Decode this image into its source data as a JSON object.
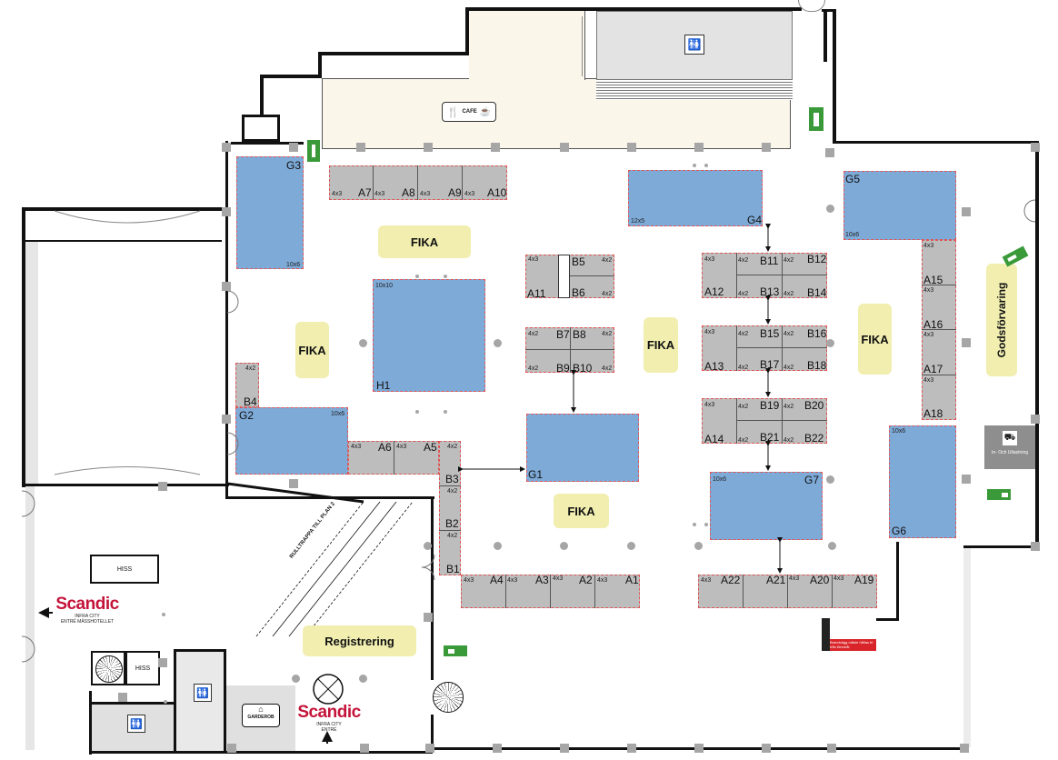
{
  "venue": {
    "hotel_name": "Scandic",
    "hotel_sub": "INFRA CITY",
    "entrance_left": "ENTRÉ MÄSSHOTELLET",
    "entrance_bottom": "ENTRÉ",
    "cafe": "CAFE",
    "lift": "HISS",
    "cloakroom": "GARDEROB",
    "escalator": "RULLTRAPPA TILL PLAN 2",
    "registration": "Registrering",
    "goods_storage": "Godsförvaring",
    "loading_dock": "In- Och Utlastning",
    "fire_notice": "Brandvägg måste hållas fri från föremål"
  },
  "fika": [
    "FIKA",
    "FIKA",
    "FIKA",
    "FIKA",
    "FIKA"
  ],
  "booths": {
    "A1": "A1",
    "A2": "A2",
    "A3": "A3",
    "A4": "A4",
    "A5": "A5",
    "A6": "A6",
    "A7": "A7",
    "A8": "A8",
    "A9": "A9",
    "A10": "A10",
    "A11": "A11",
    "A12": "A12",
    "A13": "A13",
    "A14": "A14",
    "A15": "A15",
    "A16": "A16",
    "A17": "A17",
    "A18": "A18",
    "A19": "A19",
    "A20": "A20",
    "A21": "A21",
    "A22": "A22",
    "B1": "B1",
    "B2": "B2",
    "B3": "B3",
    "B4": "B4",
    "B5": "B5",
    "B6": "B6",
    "B7": "B7",
    "B8": "B8",
    "B9": "B9",
    "B10": "B10",
    "B11": "B11",
    "B12": "B12",
    "B13": "B13",
    "B14": "B14",
    "B15": "B15",
    "B16": "B16",
    "B17": "B17",
    "B18": "B18",
    "B19": "B19",
    "B20": "B20",
    "B21": "B21",
    "B22": "B22",
    "G1": "G1",
    "G2": "G2",
    "G3": "G3",
    "G4": "G4",
    "G5": "G5",
    "G6": "G6",
    "G7": "G7",
    "H1": "H1"
  },
  "sizes": {
    "s4x3": "4x3",
    "s4x2": "4x2",
    "s10x6": "10x6",
    "s10x10": "10x10",
    "s12x5": "12x5"
  },
  "colors": {
    "booth": "#bdbdbd",
    "stand_large": "#7eaad8",
    "fika": "#f1eeb0",
    "exit": "#3a9a3a",
    "brand": "#c4143a"
  }
}
